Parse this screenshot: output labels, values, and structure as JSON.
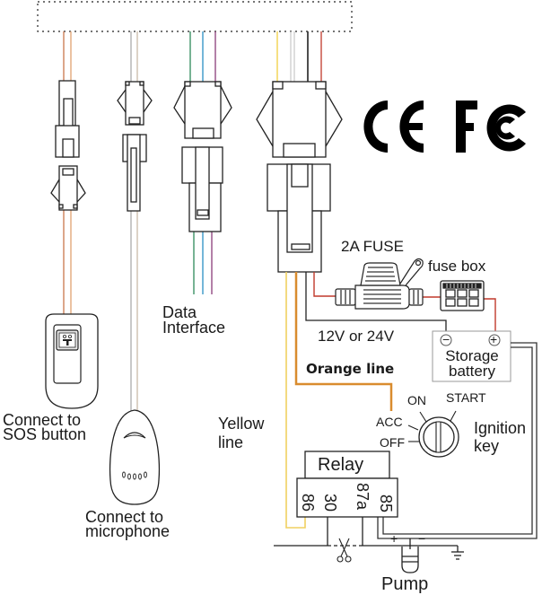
{
  "title": "GPS tracker wiring diagram",
  "certifications": [
    "CE",
    "FCC"
  ],
  "labels": {
    "data_interface": [
      "Data",
      "Interface"
    ],
    "sos_button": [
      "Connect to",
      "SOS button"
    ],
    "microphone": [
      "Connect to",
      "microphone"
    ],
    "yellow_line": [
      "Yellow",
      "line"
    ],
    "orange_line": "Orange line",
    "fuse": "2A FUSE",
    "fuse_box": "fuse box",
    "voltage": "12V or 24V",
    "battery": [
      "Storage",
      "battery"
    ],
    "battery_minus": "−",
    "battery_plus": "+",
    "ignition": [
      "Ignition",
      "key"
    ],
    "ignition_positions": {
      "on": "ON",
      "start": "START",
      "acc": "ACC",
      "off": "OFF"
    },
    "relay": "Relay",
    "relay_pins": [
      "86",
      "30",
      "87a",
      "85"
    ],
    "pump": "Pump",
    "pump_plus": "+",
    "pump_minus": "−"
  },
  "wire_colors": {
    "sos": [
      "#c8754a",
      "#e0a070"
    ],
    "mic": [
      "#aaaaaa",
      "#c9b9a8"
    ],
    "data": [
      "#2e8a5a",
      "#2a8fc4",
      "#8a3c78"
    ],
    "power": [
      "#f0d040",
      "#cccccc",
      "#cccccc",
      "#222222",
      "#c0392b"
    ],
    "orange": "#d98c2e",
    "yellow": "#f0d060",
    "red": "#c0392b",
    "black": "#222222"
  }
}
